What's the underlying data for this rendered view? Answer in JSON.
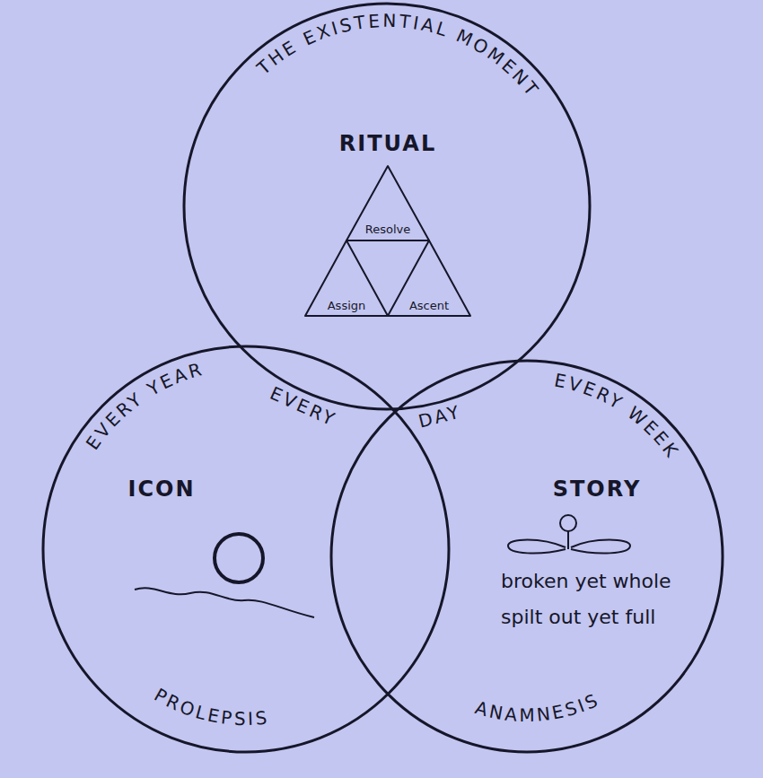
{
  "diagram": {
    "nodes": [
      {
        "text": [
          "THE EXISTENTIAL MOMENT",
          "RITUAL"
        ]
      },
      {
        "text": [
          "Resolve"
        ],
        "in": 0
      },
      {
        "text": [
          "Assign"
        ],
        "in": 0
      },
      {
        "text": [
          "Ascent"
        ],
        "in": 0
      },
      {
        "text": [
          "EVERY YEAR",
          "ICON",
          "PROLEPSIS"
        ]
      },
      {
        "text": [
          "EVERY WEEK",
          "STORY",
          "broken yet whole spilt out yet full",
          "ANAMNESIS"
        ]
      }
    ],
    "labels": [
      "EVERY",
      "DAY"
    ]
  }
}
